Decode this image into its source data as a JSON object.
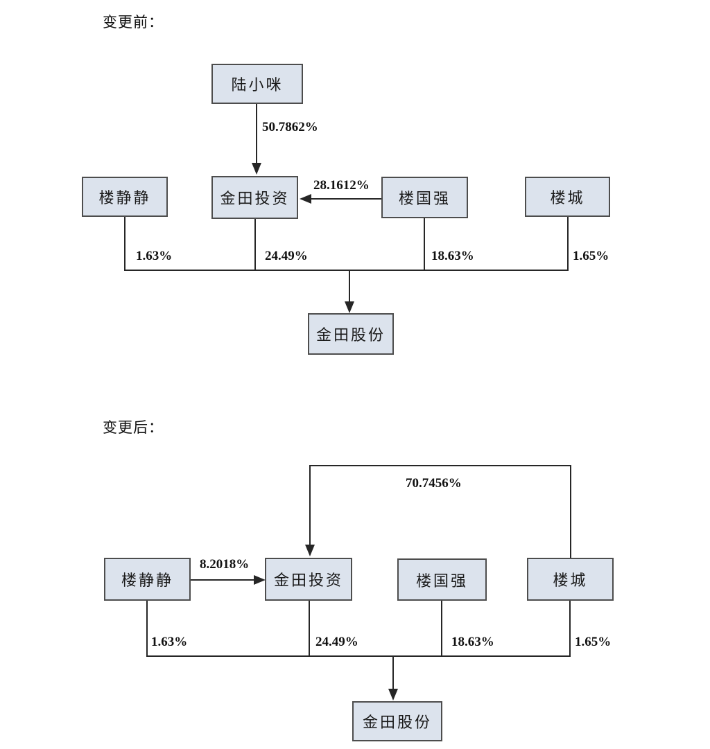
{
  "colors": {
    "box_fill": "#dce3ed",
    "box_border": "#4d4d4d",
    "line": "#262626"
  },
  "before": {
    "title": "变更前：",
    "nodes": {
      "lu_xiaomi": "陆小咪",
      "lou_jingjing": "楼静静",
      "jintian_investment": "金田投资",
      "lou_guoqiang": "楼国强",
      "lou_cheng": "楼城",
      "jintian_shares": "金田股份"
    },
    "edges": {
      "lu_xiaomi_to_jintian_investment": "50.7862%",
      "lou_guoqiang_to_jintian_investment": "28.1612%",
      "lou_jingjing_share": "1.63%",
      "jintian_investment_share": "24.49%",
      "lou_guoqiang_share": "18.63%",
      "lou_cheng_share": "1.65%"
    }
  },
  "after": {
    "title": "变更后：",
    "nodes": {
      "lou_jingjing": "楼静静",
      "jintian_investment": "金田投资",
      "lou_guoqiang": "楼国强",
      "lou_cheng": "楼城",
      "jintian_shares": "金田股份"
    },
    "edges": {
      "lou_cheng_to_jintian_investment": "70.7456%",
      "lou_jingjing_to_jintian_investment": "8.2018%",
      "lou_jingjing_share": "1.63%",
      "jintian_investment_share": "24.49%",
      "lou_guoqiang_share": "18.63%",
      "lou_cheng_share": "1.65%"
    }
  }
}
